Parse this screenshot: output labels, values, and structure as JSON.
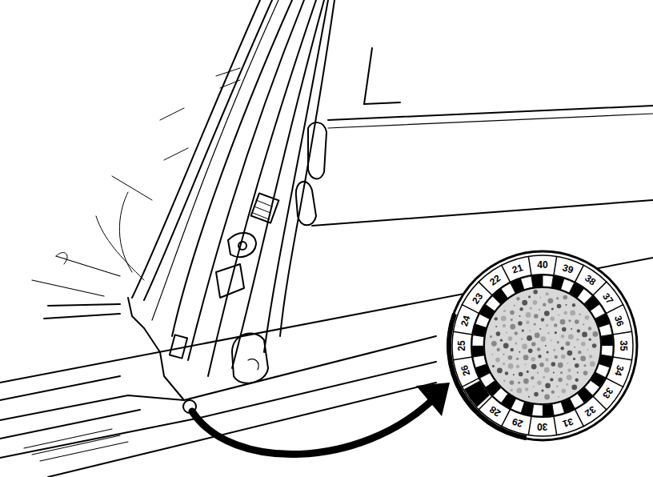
{
  "diagram": {
    "labels": [
      "21",
      "22",
      "23",
      "24",
      "25",
      "26",
      "28",
      "29",
      "30",
      "31",
      "32",
      "33",
      "34",
      "35",
      "36",
      "37",
      "38",
      "39",
      "40"
    ]
  }
}
